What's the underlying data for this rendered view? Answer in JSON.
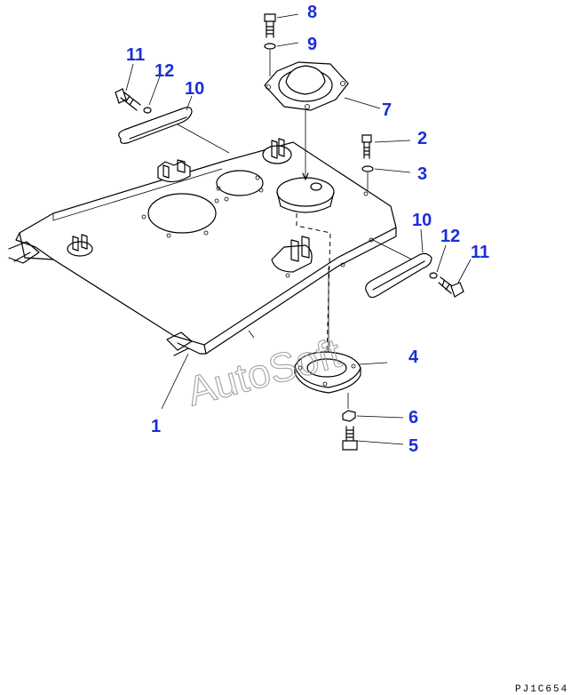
{
  "callouts": [
    {
      "id": "c1",
      "text": "1"
    },
    {
      "id": "c2",
      "text": "2"
    },
    {
      "id": "c3",
      "text": "3"
    },
    {
      "id": "c4",
      "text": "4"
    },
    {
      "id": "c5",
      "text": "5"
    },
    {
      "id": "c6",
      "text": "6"
    },
    {
      "id": "c7",
      "text": "7"
    },
    {
      "id": "c8",
      "text": "8"
    },
    {
      "id": "c9",
      "text": "9"
    },
    {
      "id": "c10a",
      "text": "10"
    },
    {
      "id": "c10b",
      "text": "10"
    },
    {
      "id": "c11a",
      "text": "11"
    },
    {
      "id": "c11b",
      "text": "11"
    },
    {
      "id": "c12a",
      "text": "12"
    },
    {
      "id": "c12b",
      "text": "12"
    }
  ],
  "watermark": "AutoSoft",
  "drawing_code": "PJ1C654",
  "colors": {
    "callout": "#1a2fd6",
    "watermark": "#9a9a9a",
    "line": "#000000"
  }
}
